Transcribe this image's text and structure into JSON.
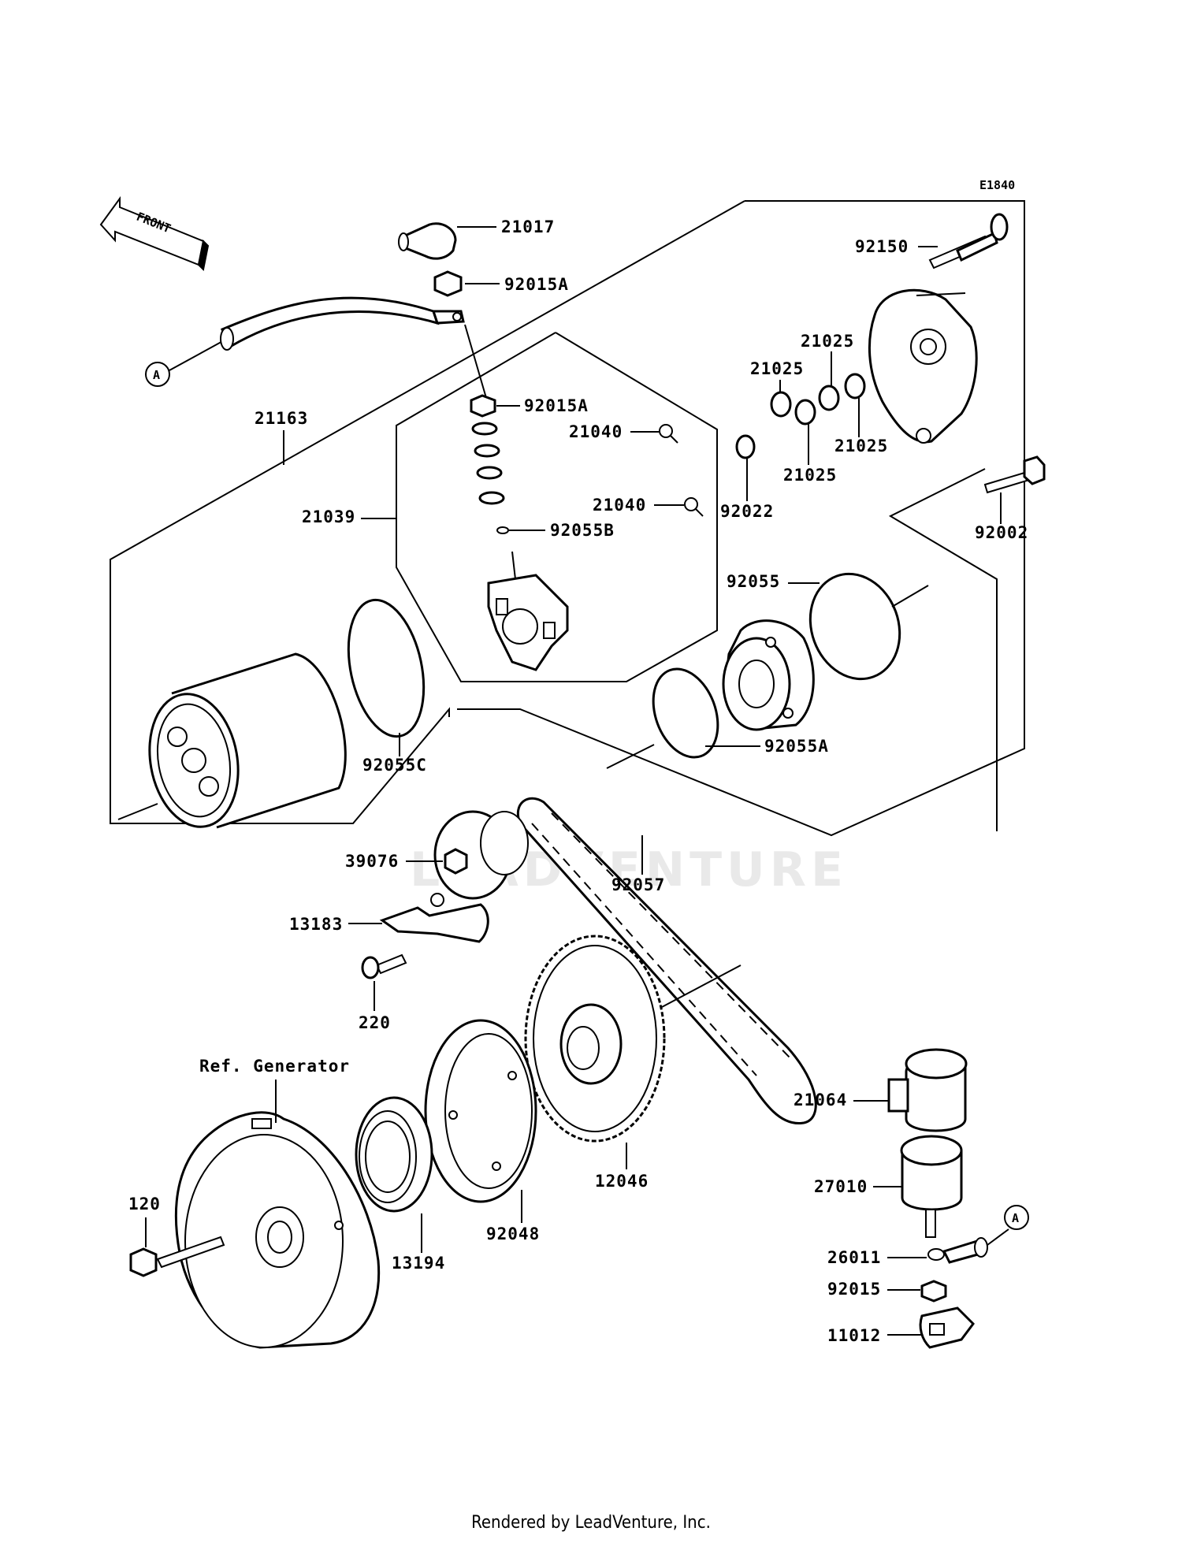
{
  "diagram_code": "E1840",
  "front_label": "FRONT",
  "ref_generator": "Ref. Generator",
  "connector_mark": "A",
  "footer": "Rendered by LeadVenture, Inc.",
  "watermark": "LEADVENTURE",
  "parts": {
    "p21017": "21017",
    "p92015A_top": "92015A",
    "p92015A_mid": "92015A",
    "p21163": "21163",
    "p21040_a": "21040",
    "p21040_b": "21040",
    "p21039": "21039",
    "p92055B": "92055B",
    "p92150": "92150",
    "p21025_a": "21025",
    "p21025_b": "21025",
    "p21025_c": "21025",
    "p21025_d": "21025",
    "p92022": "92022",
    "p92002": "92002",
    "p92055": "92055",
    "p92055A": "92055A",
    "p92055C": "92055C",
    "p39076": "39076",
    "p92057": "92057",
    "p13183": "13183",
    "p220": "220",
    "p21064": "21064",
    "p12046": "12046",
    "p27010": "27010",
    "p120": "120",
    "p13194": "13194",
    "p92048": "92048",
    "p26011": "26011",
    "p92015": "92015",
    "p11012": "11012"
  }
}
